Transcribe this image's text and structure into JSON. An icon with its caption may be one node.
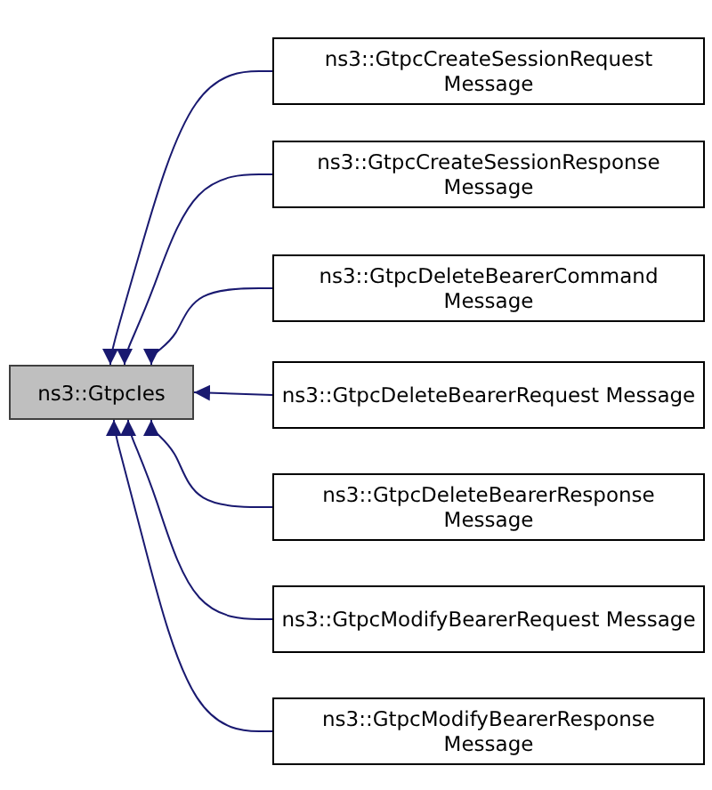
{
  "diagram": {
    "nodes": [
      {
        "text": [
          "ns3::GtpcIes"
        ]
      },
      {
        "text": [
          "ns3::GtpcCreateSessionRequest Message"
        ]
      },
      {
        "text": [
          "ns3::GtpcCreateSessionResponse Message"
        ]
      },
      {
        "text": [
          "ns3::GtpcDeleteBearerCommand Message"
        ]
      },
      {
        "text": [
          "ns3::GtpcDeleteBearerRequest Message"
        ]
      },
      {
        "text": [
          "ns3::GtpcDeleteBearerResponse Message"
        ]
      },
      {
        "text": [
          "ns3::GtpcModifyBearerRequest Message"
        ]
      },
      {
        "text": [
          "ns3::GtpcModifyBearerResponse Message"
        ]
      }
    ],
    "edges": [
      {
        "from": 1,
        "to": 0,
        "arrow": "to"
      },
      {
        "from": 2,
        "to": 0,
        "arrow": "to"
      },
      {
        "from": 3,
        "to": 0,
        "arrow": "to"
      },
      {
        "from": 4,
        "to": 0,
        "arrow": "to"
      },
      {
        "from": 5,
        "to": 0,
        "arrow": "to"
      },
      {
        "from": 6,
        "to": 0,
        "arrow": "to"
      },
      {
        "from": 7,
        "to": 0,
        "arrow": "to"
      }
    ]
  }
}
